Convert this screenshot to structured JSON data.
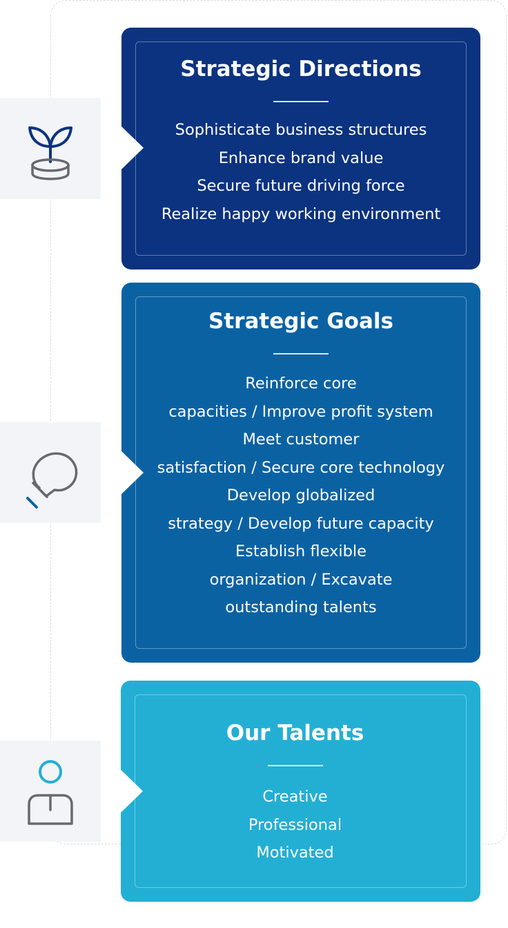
{
  "sections": [
    {
      "title": "Strategic Directions",
      "icon": "plant-sprout-icon",
      "color": "#0c3380",
      "items": [
        "Sophisticate business structures",
        "Enhance brand value",
        "Secure future driving force",
        "Realize happy working environment"
      ]
    },
    {
      "title": "Strategic Goals",
      "icon": "light-bulb-icon",
      "color": "#0b62a3",
      "items": [
        "Reinforce core",
        "capacities / Improve profit system",
        "Meet customer",
        "satisfaction / Secure core technology",
        "Develop globalized",
        "strategy / Develop future capacity",
        "Establish flexible",
        "organization / Excavate",
        "outstanding talents"
      ]
    },
    {
      "title": "Our Talents",
      "icon": "person-icon",
      "color": "#23afd4",
      "items": [
        "Creative",
        "Professional",
        "Motivated"
      ]
    }
  ]
}
